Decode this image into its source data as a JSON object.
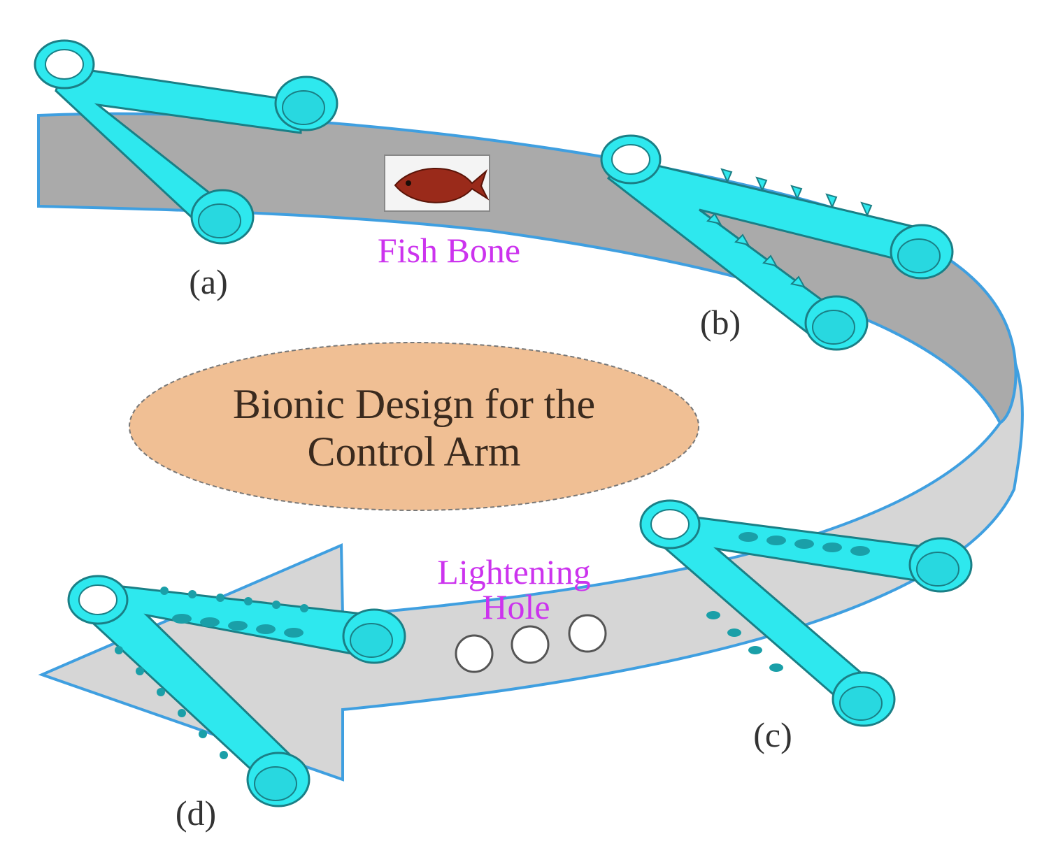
{
  "center_title": {
    "line1": "Bionic Design for the",
    "line2": "Control Arm"
  },
  "annotations": {
    "fish_bone": "Fish Bone",
    "lightening_line1": "Lightening",
    "lightening_line2": "Hole"
  },
  "labels": {
    "a": "(a)",
    "b": "(b)",
    "c": "(c)",
    "d": "(d)"
  },
  "colors": {
    "arm": "#2ee8ee",
    "arrow_dark": "#aaaaaa",
    "arrow_light": "#d6d6d6",
    "outline": "#3f9fe0",
    "ellipse": "#f0bf94",
    "annotation": "#cc33ee"
  },
  "icons": {
    "fish": "fish-photo-icon",
    "holes": "lightening-hole-icon"
  }
}
